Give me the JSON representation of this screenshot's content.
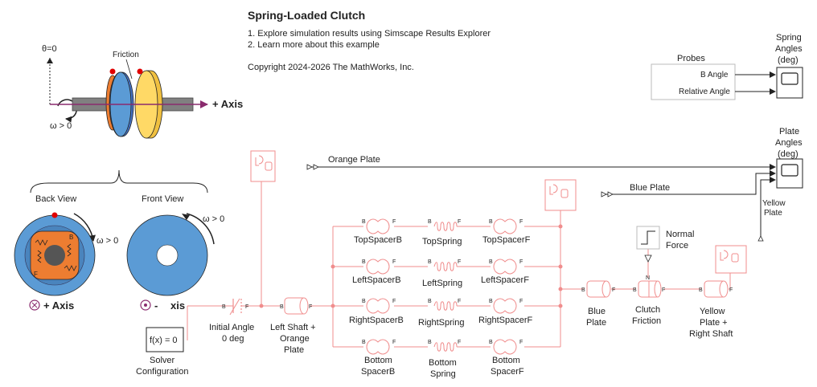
{
  "header": {
    "title": "Spring-Loaded Clutch",
    "links": [
      "1. Explore simulation results using Simscape Results Explorer",
      "2. Learn more about this example"
    ],
    "copyright": "Copyright 2024-2026 The MathWorks, Inc."
  },
  "illustration": {
    "theta_label": "θ=0",
    "omega_label": "ω > 0",
    "friction_label": "Friction",
    "axis_label": "+ Axis",
    "back_view": "Back View",
    "front_view": "Front View",
    "omega_back": "ω > 0",
    "omega_front": "ω > 0",
    "back_axis": "+ Axis",
    "front_axis_prefix": "-",
    "front_axis_suffix": "xis",
    "letter_b": "B",
    "letter_f": "F"
  },
  "blocks": {
    "probes_title": "Probes",
    "probe_b_angle": "B Angle",
    "probe_relative_angle": "Relative Angle",
    "scope_spring_label_1": "Spring",
    "scope_spring_label_2": "Angles",
    "scope_spring_label_3": "(deg)",
    "scope_plate_label_1": "Plate",
    "scope_plate_label_2": "Angles",
    "scope_plate_label_3": "(deg)",
    "orange_plate": "Orange Plate",
    "blue_plate_signal": "Blue Plate",
    "yellow_plate_signal_1": "Yellow",
    "yellow_plate_signal_2": "Plate",
    "normal_force_1": "Normal",
    "normal_force_2": "Force",
    "solver_fx": "f(x) = 0",
    "solver_label_1": "Solver",
    "solver_label_2": "Configuration",
    "initial_angle_1": "Initial Angle",
    "initial_angle_2": "0 deg",
    "left_shaft_1": "Left Shaft +",
    "left_shaft_2": "Orange",
    "left_shaft_3": "Plate",
    "top_spacer_b": "TopSpacerB",
    "top_spring": "TopSpring",
    "top_spacer_f": "TopSpacerF",
    "left_spacer_b": "LeftSpacerB",
    "left_spring": "LeftSpring",
    "left_spacer_f": "LeftSpacerF",
    "right_spacer_b": "RightSpacerB",
    "right_spring": "RightSpring",
    "right_spacer_f": "RightSpacerF",
    "bottom_spacer_b_1": "Bottom",
    "bottom_spacer_b_2": "SpacerB",
    "bottom_spring_1": "Bottom",
    "bottom_spring_2": "Spring",
    "bottom_spacer_f_1": "Bottom",
    "bottom_spacer_f_2": "SpacerF",
    "blue_plate_1": "Blue",
    "blue_plate_2": "Plate",
    "clutch_friction_1": "Clutch",
    "clutch_friction_2": "Friction",
    "yellow_plate_1": "Yellow",
    "yellow_plate_2": "Plate +",
    "yellow_plate_3": "Right Shaft",
    "port_b": "B",
    "port_f": "F",
    "port_n": "N"
  },
  "colors": {
    "physical_line": "#f08d8d",
    "signal_line": "#222222",
    "blue_plate": "#5b9bd5",
    "orange_plate": "#ed7d31",
    "yellow_plate": "#ffd966",
    "shaft": "#808080",
    "axis_arrow": "#8a2b6e",
    "marker": "#e00000"
  }
}
